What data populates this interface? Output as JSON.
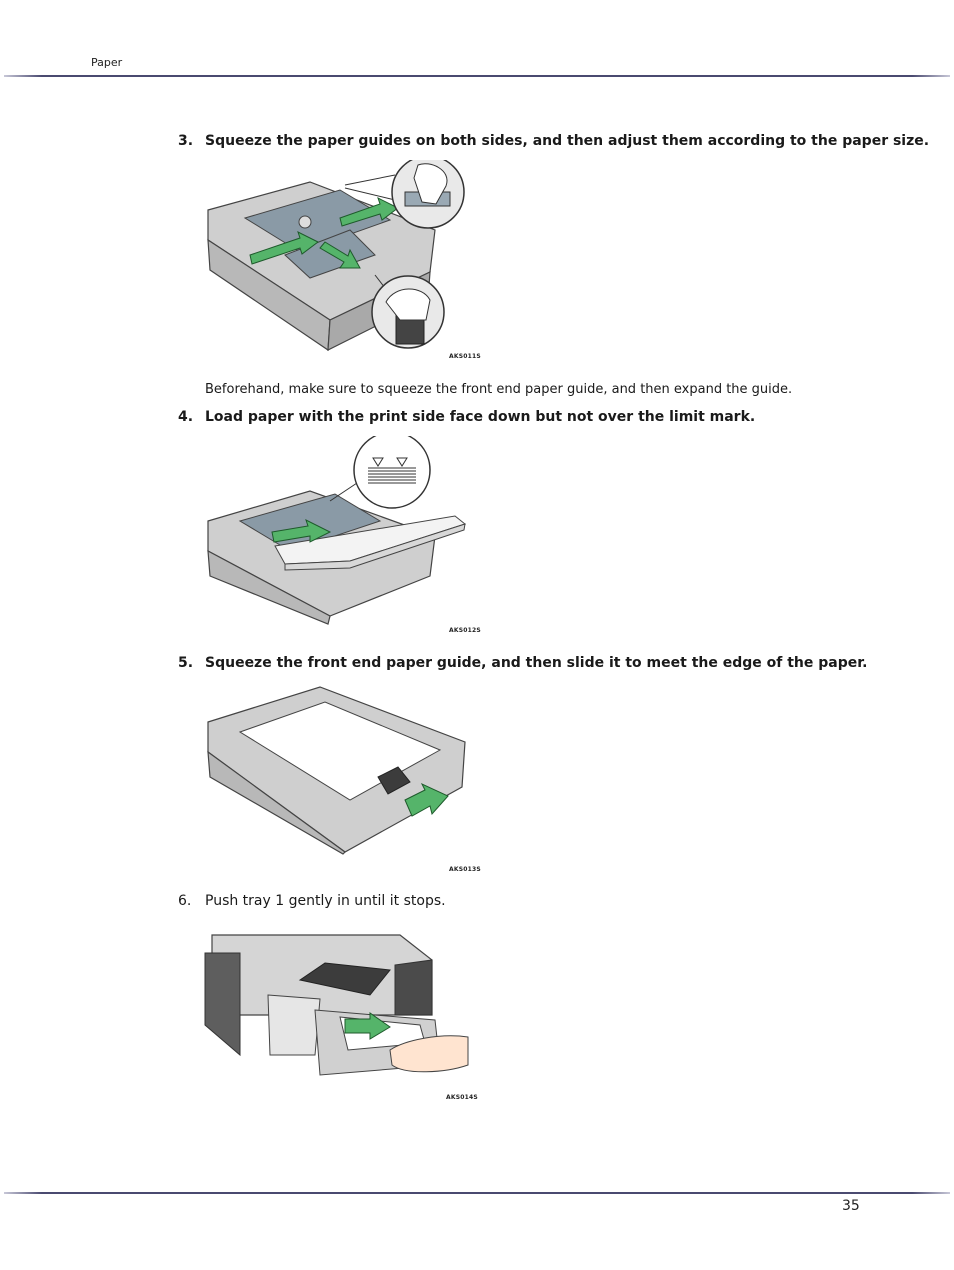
{
  "header": {
    "section": "Paper"
  },
  "steps": [
    {
      "num": "3.",
      "text": "Squeeze the paper guides on both sides, and then adjust them according to the paper size.",
      "figure_code": "AKS011S"
    },
    {
      "num": "4.",
      "text": "Load paper with the print side face down but not over the limit mark.",
      "figure_code": "AKS012S"
    },
    {
      "num": "5.",
      "text": "Squeeze the front end paper guide, and then slide it to meet the edge of the paper.",
      "figure_code": "AKS013S"
    },
    {
      "num": "6.",
      "text": "Push tray 1 gently in until it stops.",
      "figure_code": "AKS014S"
    }
  ],
  "note": "Beforehand, make sure to squeeze the front end paper guide, and then expand the guide.",
  "footer": {
    "page_number": "35"
  },
  "colors": {
    "rule": "#4a4a70",
    "tray_gray": "#c9c9c9",
    "guide_slate": "#8a9aa6",
    "arrow_green": "#55b46a"
  }
}
